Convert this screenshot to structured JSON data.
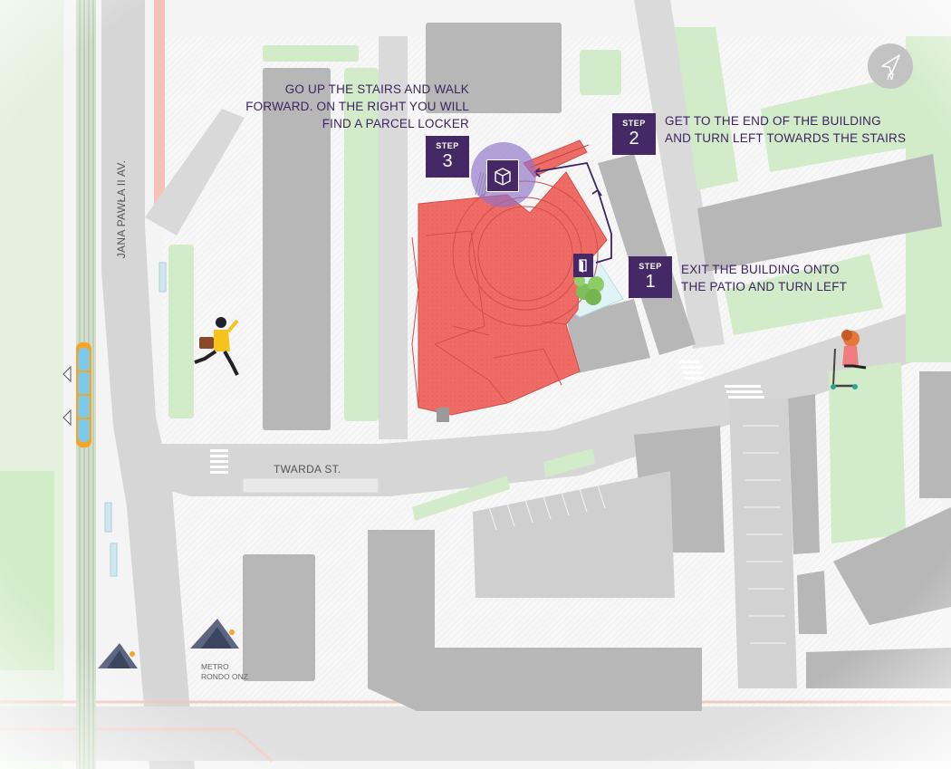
{
  "map": {
    "steps": [
      {
        "word": "STEP",
        "number": "1",
        "lines": [
          "EXIT THE BUILDING ONTO",
          "THE PATIO AND TURN LEFT"
        ]
      },
      {
        "word": "STEP",
        "number": "2",
        "lines": [
          "GET TO THE END OF THE BUILDING",
          "AND TURN LEFT TOWARDS THE STAIRS"
        ]
      },
      {
        "word": "STEP",
        "number": "3",
        "lines": [
          "GO UP THE STAIRS AND WALK",
          "FORWARD. ON THE RIGHT YOU WILL",
          "FIND A PARCEL LOCKER"
        ]
      }
    ],
    "streets": {
      "avenue": "JANA PAWŁA II AV.",
      "twarda": "TWARDA ST."
    },
    "metro": {
      "line1": "METRO",
      "line2": "RONDO ONZ"
    },
    "compass": {
      "label": "N"
    },
    "colors": {
      "building": "#ef6b66",
      "step_box": "#452866",
      "route": "#3d2466",
      "locker_halo": "#8e71c8",
      "green": "#d2ebc8",
      "grey_building": "#b5b5b5"
    },
    "icons": [
      "compass-icon",
      "parcel-locker-icon",
      "door-icon",
      "tree-icon",
      "tram-icon",
      "metro-entrance-icon",
      "walking-person-icon",
      "scooter-rider-icon"
    ]
  }
}
